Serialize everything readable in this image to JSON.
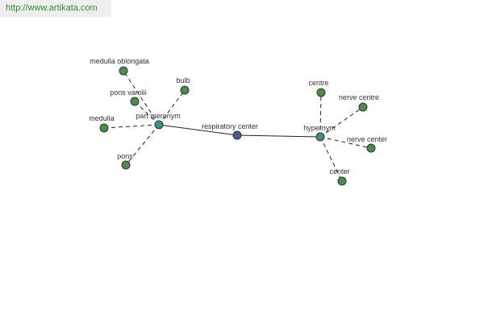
{
  "site_url": "http://www.artikata.com",
  "graph": {
    "center": {
      "label": "respiratory center",
      "color": "#4a5a9a"
    },
    "hubs": [
      {
        "id": "part-meronym",
        "label": "part meronym",
        "color": "#3e8c8c"
      },
      {
        "id": "hypernym",
        "label": "hypernym",
        "color": "#3e8c8c"
      }
    ],
    "leaf_color": "#4a8c4a",
    "leaves": {
      "part-meronym": [
        "medulla oblongata",
        "bulb",
        "pons varolii",
        "medulla",
        "pons"
      ],
      "hypernym": [
        "centre",
        "nerve centre",
        "nerve center",
        "center"
      ]
    }
  }
}
